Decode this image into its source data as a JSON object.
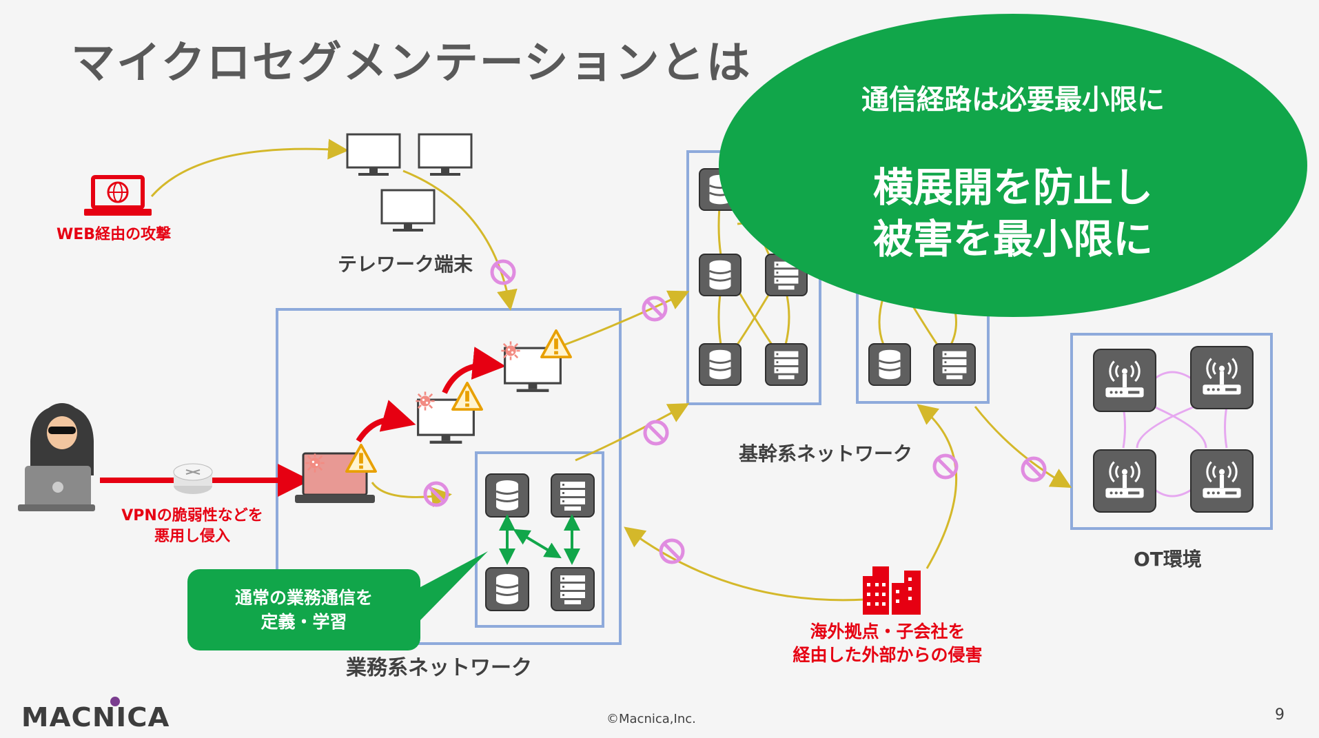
{
  "title": "マイクロセグメンテーションとは",
  "callout": {
    "line1": "通信経路は必要最小限に",
    "line2": "横展開を防止し",
    "line3": "被害を最小限に"
  },
  "labels": {
    "web_attack": "WEB経由の攻撃",
    "telework": "テレワーク端末",
    "vpn_line1": "VPNの脆弱性などを",
    "vpn_line2": "悪用し侵入",
    "learn_line1": "通常の業務通信を",
    "learn_line2": "定義・学習",
    "business_network": "業務系ネットワーク",
    "core_network": "基幹系ネットワーク",
    "ot": "OT環境",
    "overseas_line1": "海外拠点・子会社を",
    "overseas_line2": "経由した外部からの侵害"
  },
  "footer": {
    "logo": "MACNICA",
    "copyright": "©Macnica,Inc.",
    "page": "9"
  },
  "colors": {
    "accent_green": "#11a64a",
    "alert_red": "#e60012",
    "zone_blue": "#8eaadb",
    "flow_yellow": "#d4b82a",
    "block_pink": "#e08ce0",
    "mesh_lilac": "#e6a8f0"
  }
}
